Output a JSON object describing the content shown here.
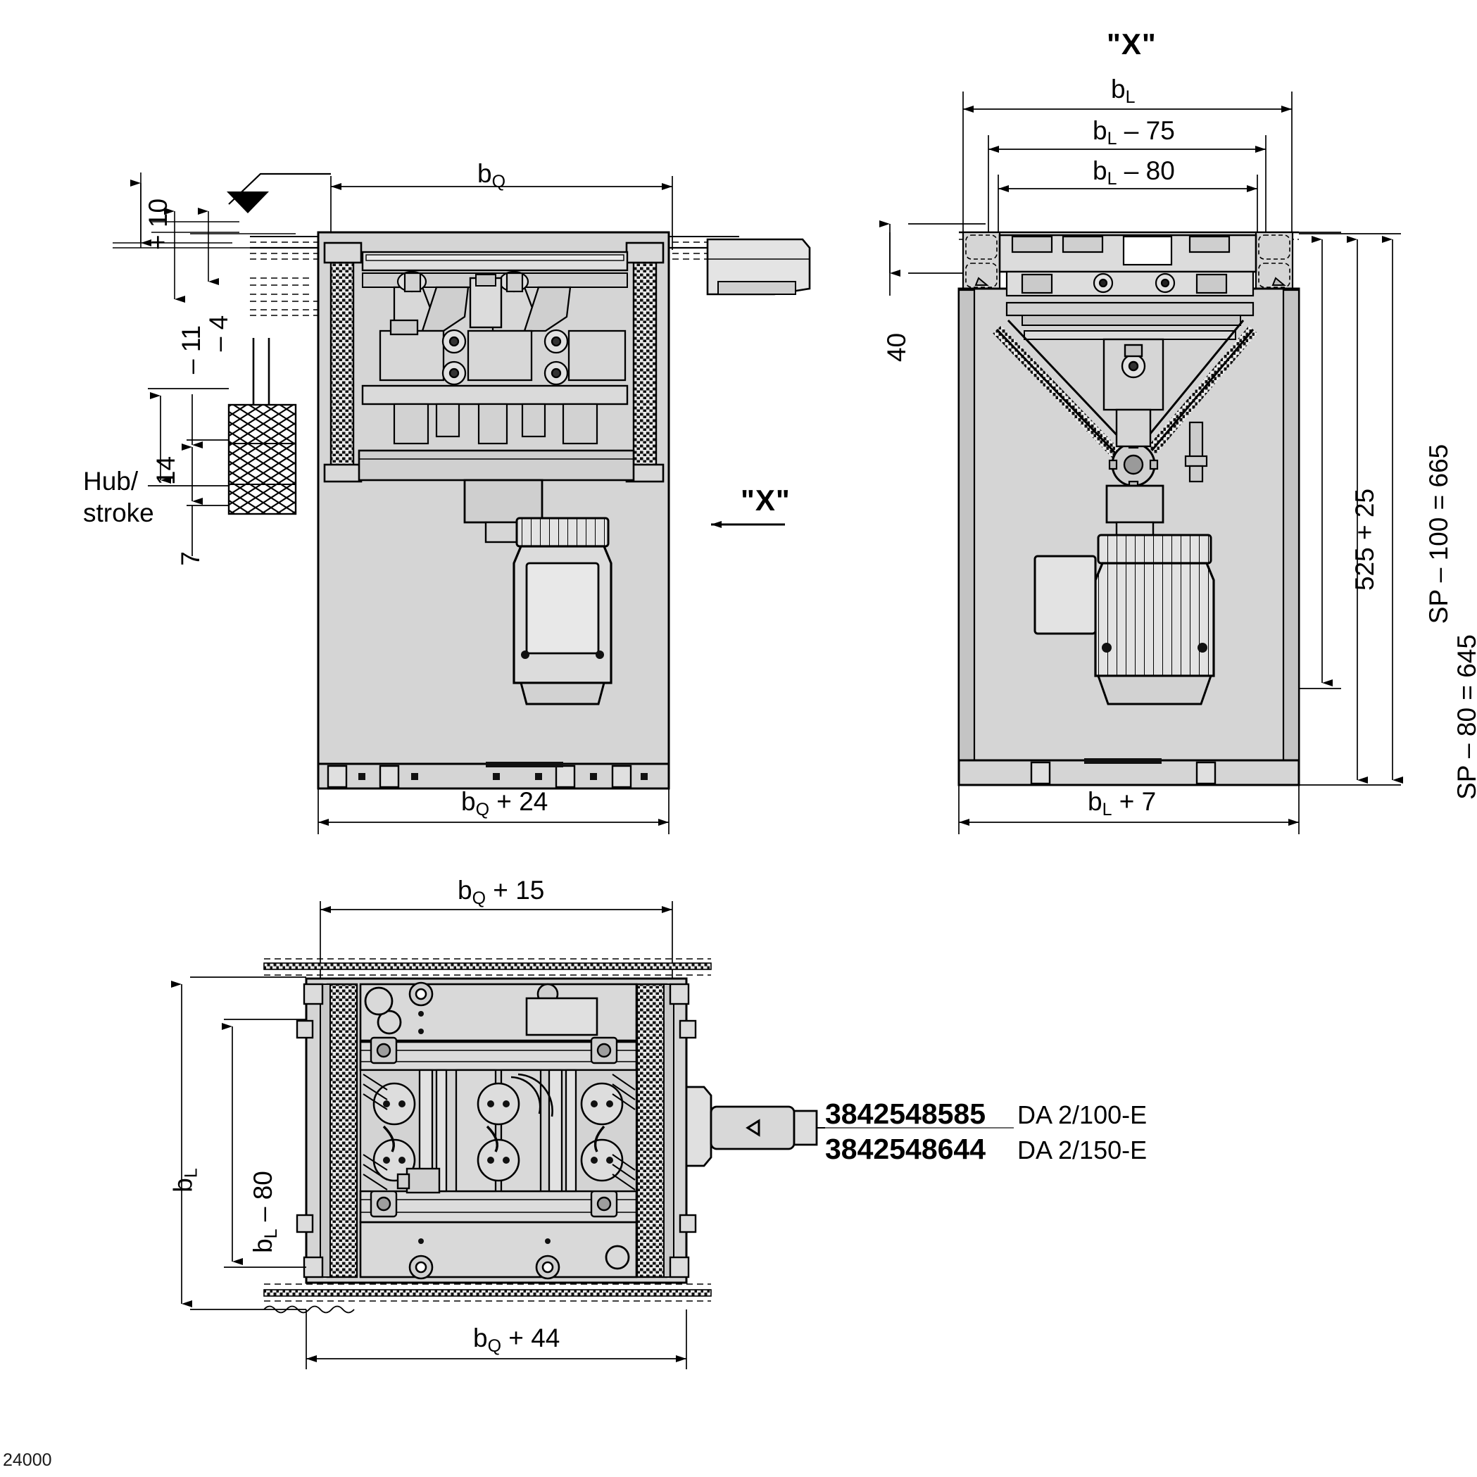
{
  "document": {
    "type": "technical-dimension-drawing",
    "footer_code": "24000"
  },
  "views": {
    "front_view": {
      "name": "front-view",
      "section_marker": "\"X\"",
      "dimensions": {
        "top_tolerance_plus": "+ 10",
        "top_tolerance_minus_11": "– 11",
        "top_tolerance_minus_4": "– 4",
        "stroke_top": "14",
        "stroke_label_de": "Hub/",
        "stroke_label_en": "stroke",
        "stroke_bottom": "7",
        "width_top": "b",
        "width_top_sub": "Q",
        "width_bottom": "b",
        "width_bottom_sub": "Q",
        "width_bottom_suffix": " + 24"
      }
    },
    "side_view": {
      "name": "side-view-X",
      "title": "\"X\"",
      "dimensions": {
        "bl": "b",
        "bl_sub": "L",
        "bl_minus_75": " – 75",
        "bl_minus_80": " – 80",
        "height_40": "40",
        "height_525_25": "525 + 25",
        "height_sp_100": "SP – 100 = 665",
        "height_sp_80": "SP – 80 = 645",
        "width_bottom_suffix": " + 7"
      }
    },
    "top_view": {
      "name": "top-view",
      "dimensions": {
        "width_top": "b",
        "width_top_sub": "Q",
        "width_top_suffix": " + 15",
        "width_bottom": "b",
        "width_bottom_sub": "Q",
        "width_bottom_suffix": " + 44",
        "height_bl": "b",
        "height_bl_sub": "L",
        "height_bl_minus_80": " – 80"
      }
    }
  },
  "parts": [
    {
      "number": "3842548585",
      "designation": "DA 2/100-E"
    },
    {
      "number": "3842548644",
      "designation": "DA 2/150-E"
    }
  ],
  "colors": {
    "line": "#000000",
    "fill_body": "#d5d5d5",
    "fill_light": "#e6e6e6",
    "fill_mid": "#c9c9c9",
    "dim_line": "#3a3a3a"
  }
}
